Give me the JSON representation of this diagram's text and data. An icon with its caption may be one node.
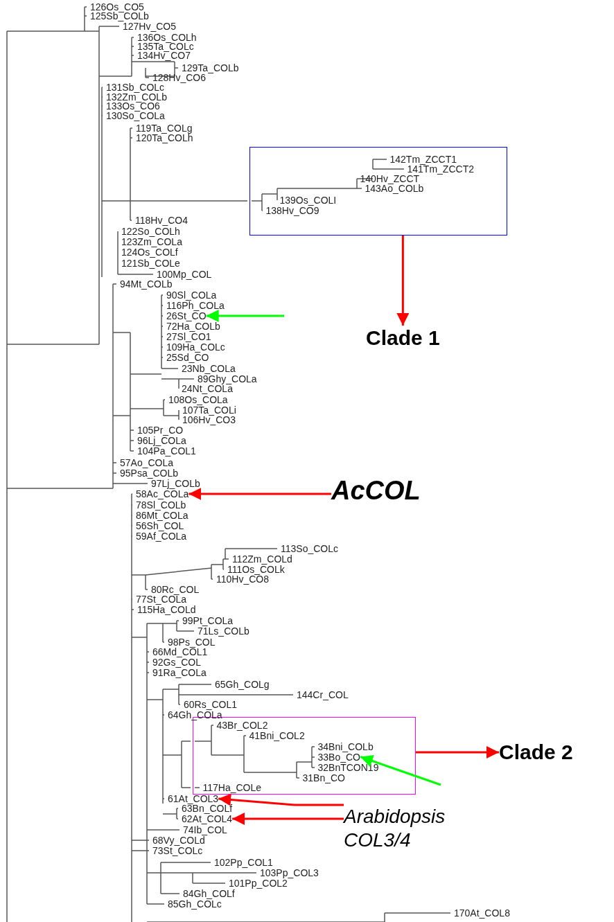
{
  "diagram": {
    "nodes": [
      {
        "text": [
          "142Tm_ZCCT1",
          "141Tm_ZCCT2",
          "140Hv_ZCCT",
          "143Ao_COLb",
          "139Os_COLI",
          "138Hv_CO9"
        ]
      },
      {
        "text": [
          "Clade 1"
        ]
      },
      {
        "text": [
          "26St_CO"
        ]
      },
      {
        "text": [
          "AcCOL"
        ]
      },
      {
        "text": [
          "58Ac_COLa"
        ]
      },
      {
        "text": [
          "43Br_COL2",
          "41Bni_COL2",
          "34Bni_COLb",
          "32BnTCON19",
          "31Bn_CO",
          "117Ha_COLe"
        ]
      },
      {
        "text": [
          "33Bo_CO"
        ],
        "in": 5
      },
      {
        "text": [
          "Clade 2"
        ]
      },
      {
        "text": [
          "61At_COL3"
        ]
      },
      {
        "text": [
          "62At_COL4"
        ]
      },
      {
        "text": [
          "Arabidopsis COL3/4"
        ]
      }
    ],
    "edges": [
      {
        "from": 0,
        "to": 1,
        "arrow": "to"
      },
      {
        "from": null,
        "to": 2,
        "arrow": "to",
        "color": "#00ff00"
      },
      {
        "from": 3,
        "to": 4,
        "arrow": "to"
      },
      {
        "from": 5,
        "to": 7,
        "arrow": "to"
      },
      {
        "from": null,
        "to": 6,
        "arrow": "to",
        "color": "#00ff00"
      },
      {
        "from": 10,
        "to": 8,
        "arrow": "to"
      },
      {
        "from": 10,
        "to": 9,
        "arrow": "to"
      }
    ],
    "labels": [
      "126Os_CO5",
      "125Sb_COLb",
      "127Hv_CO5",
      "136Os_COLh",
      "135Ta_COLc",
      "134Hv_CO7",
      "129Ta_COLb",
      "128Hv_CO6",
      "131Sb_COLc",
      "132Zm_COLb",
      "133Os_CO6",
      "130So_COLa",
      "119Ta_COLg",
      "120Ta_COLh",
      "118Hv_CO4",
      "122So_COLh",
      "123Zm_COLa",
      "124Os_COLf",
      "121Sb_COLe",
      "100Mp_COL",
      "94Mt_COLb",
      "90Sl_COLa",
      "116Ph_COLa",
      "72Ha_COLb",
      "27Sl_CO1",
      "109Ha_COLc",
      "25Sd_CO",
      "23Nb_COLa",
      "89Ghy_COLa",
      "24Nt_COLa",
      "108Os_COLa",
      "107Ta_COLi",
      "106Hv_CO3",
      "105Pr_CO",
      "96Lj_COLa",
      "104Pa_COL1",
      "57Ao_COLa",
      "95Psa_COLb",
      "97Lj_COLb",
      "78Sl_COLb",
      "86Mt_COLa",
      "56Sh_COL",
      "59Af_COLa",
      "113So_COLc",
      "112Zm_COLd",
      "111Os_COLk",
      "110Hv_CO8",
      "80Rc_COL",
      "77St_COLa",
      "115Ha_COLd",
      "99Pt_COLa",
      "71Ls_COLb",
      "98Ps_COL",
      "66Md_COL1",
      "92Gs_COL",
      "91Ra_COLa",
      "65Gh_COLg",
      "144Cr_COL",
      "60Rs_COL1",
      "64Gh_COLa",
      "63Bn_COLf",
      "74Ib_COL",
      "68Vy_COLd",
      "73St_COLc",
      "102Pp_COL1",
      "103Pp_COL3",
      "101Pp_COL2",
      "84Gh_COLf",
      "85Gh_COLc",
      "170At_COL8"
    ]
  }
}
